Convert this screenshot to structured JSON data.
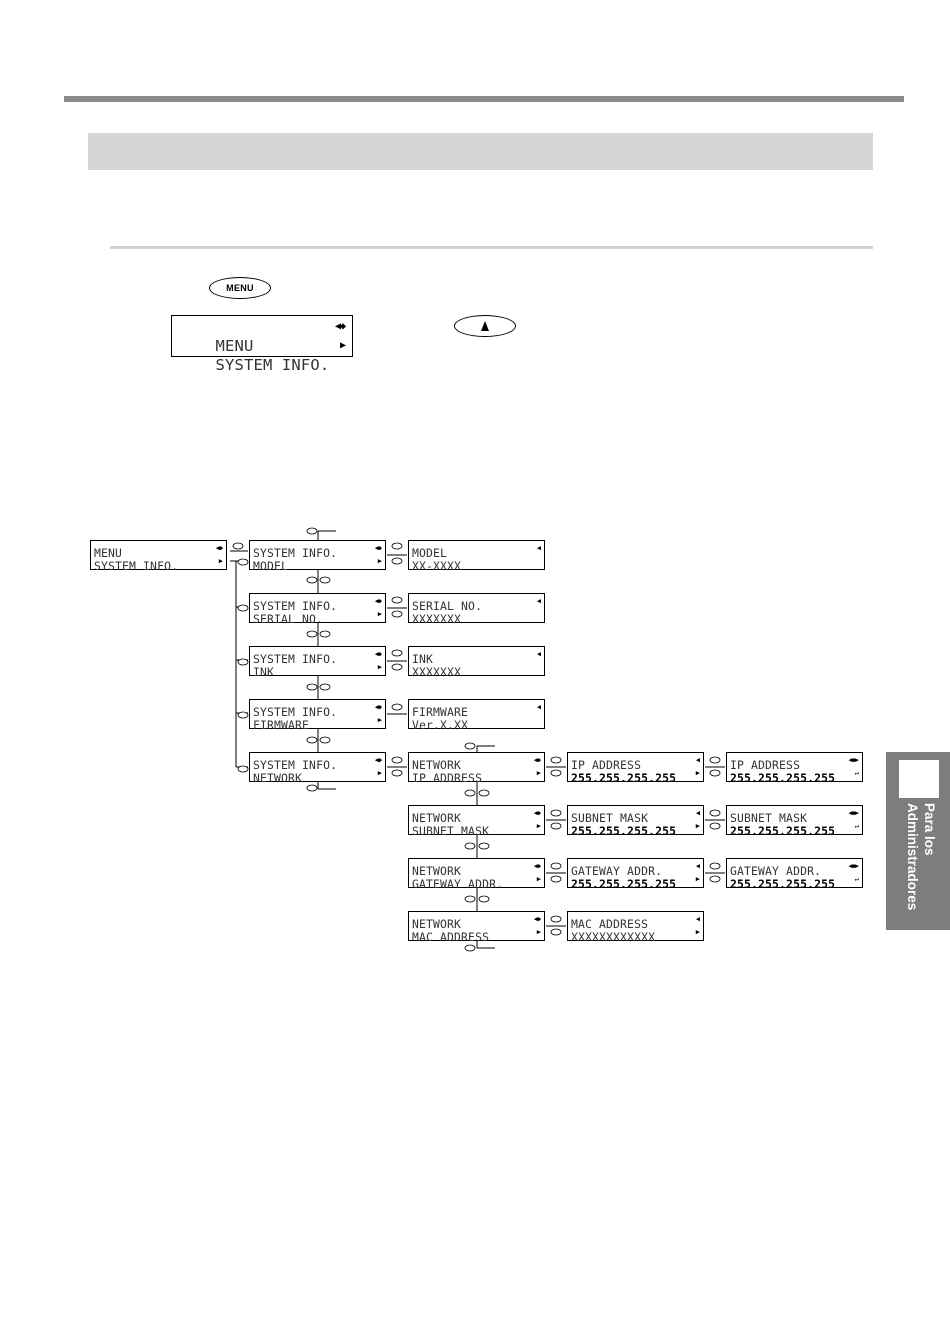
{
  "keys": {
    "menu_label": "MENU"
  },
  "top_display": {
    "line1": "MENU",
    "line2": "SYSTEM INFO."
  },
  "diagram": {
    "menu": {
      "line1": "MENU",
      "line2": "SYSTEM INFO."
    },
    "system_info": [
      {
        "line1": "SYSTEM INFO.",
        "line2": "MODEL"
      },
      {
        "line1": "SYSTEM INFO.",
        "line2": "SERIAL NO."
      },
      {
        "line1": "SYSTEM INFO.",
        "line2": "INK"
      },
      {
        "line1": "SYSTEM INFO.",
        "line2": "FIRMWARE"
      },
      {
        "line1": "SYSTEM INFO.",
        "line2": "NETWORK"
      }
    ],
    "info_values": [
      {
        "line1": "MODEL",
        "line2": "XX-XXXX"
      },
      {
        "line1": "SERIAL NO.",
        "line2": "XXXXXXX"
      },
      {
        "line1": "INK",
        "line2": "XXXXXXX"
      },
      {
        "line1": "FIRMWARE",
        "line2": "Ver.X.XX"
      }
    ],
    "network": [
      {
        "line1": "NETWORK",
        "line2": "IP ADDRESS"
      },
      {
        "line1": "NETWORK",
        "line2": "SUBNET MASK"
      },
      {
        "line1": "NETWORK",
        "line2": "GATEWAY ADDR."
      },
      {
        "line1": "NETWORK",
        "line2": "MAC ADDRESS"
      }
    ],
    "network_values": [
      {
        "line1": "IP ADDRESS",
        "line2": "255.255.255.255"
      },
      {
        "line1": "SUBNET MASK",
        "line2": "255.255.255.255"
      },
      {
        "line1": "GATEWAY ADDR.",
        "line2": "255.255.255.255"
      },
      {
        "line1": "MAC ADDRESS",
        "line2": "XXXXXXXXXXXX"
      }
    ],
    "network_edit": [
      {
        "line1": "IP ADDRESS",
        "line2": "255.255.255.255"
      },
      {
        "line1": "SUBNET MASK",
        "line2": "255.255.255.255"
      },
      {
        "line1": "GATEWAY ADDR.",
        "line2": "255.255.255.255"
      }
    ]
  },
  "side_tab": {
    "label_line1": "Para los",
    "label_line2": "Administradores"
  }
}
